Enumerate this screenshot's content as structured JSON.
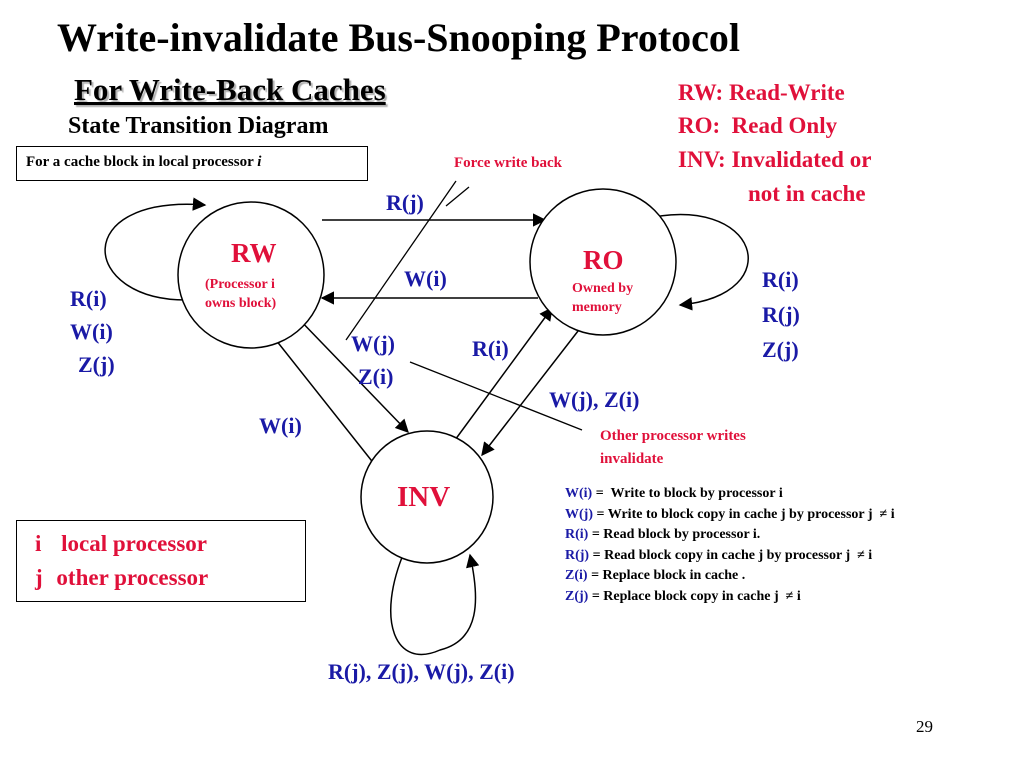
{
  "slide": {
    "title": "Write-invalidate Bus-Snooping Protocol",
    "subtitle": "For Write-Back Caches",
    "section": "State Transition Diagram",
    "context_box": "For a cache block in local processor",
    "context_var": "i",
    "page_number": "29"
  },
  "abbreviations": [
    "RW: Read-Write",
    "RO:  Read Only",
    "INV: Invalidated or",
    "not in cache"
  ],
  "states": {
    "rw": {
      "name": "RW",
      "note_line1": "(Processor i",
      "note_line2": "owns block)"
    },
    "ro": {
      "name": "RO",
      "note_line1": "Owned by",
      "note_line2": "memory"
    },
    "inv": {
      "name": "INV"
    }
  },
  "transitions": {
    "rw_to_ro": "R(j)",
    "ro_to_rw": "W(i)",
    "rw_self": [
      "R(i)",
      "W(i)",
      "Z(j)"
    ],
    "ro_self": [
      "R(i)",
      "R(j)",
      "Z(j)"
    ],
    "rw_to_inv": [
      "W(j)",
      "Z(i)"
    ],
    "inv_to_rw": "W(i)",
    "inv_to_ro": "R(i)",
    "ro_to_inv": "W(j), Z(i)",
    "inv_self": "R(j), Z(j), W(j), Z(i)"
  },
  "annotations": {
    "force_write_back": "Force write back",
    "other_writes_1": "Other processor writes",
    "other_writes_2": "invalidate"
  },
  "processors": [
    {
      "sym": "i",
      "desc": "local processor"
    },
    {
      "sym": "j",
      "desc": "other processor"
    }
  ],
  "legend": [
    {
      "sym": "W(i)",
      "def": " =  Write to block by processor i"
    },
    {
      "sym": "W(j)",
      "def": " = Write to block copy in cache j by processor j  ≠ i"
    },
    {
      "sym": "R(i)",
      "def": " = Read block by processor i."
    },
    {
      "sym": "R(j)",
      "def": " = Read block copy in cache j by processor j  ≠ i"
    },
    {
      "sym": "Z(i)",
      "def": " = Replace block in cache ."
    },
    {
      "sym": "Z(j)",
      "def": " = Replace block copy in cache j  ≠ i"
    }
  ],
  "colors": {
    "label_blue": "#1a1aa6",
    "accent_red": "#e0103a"
  }
}
